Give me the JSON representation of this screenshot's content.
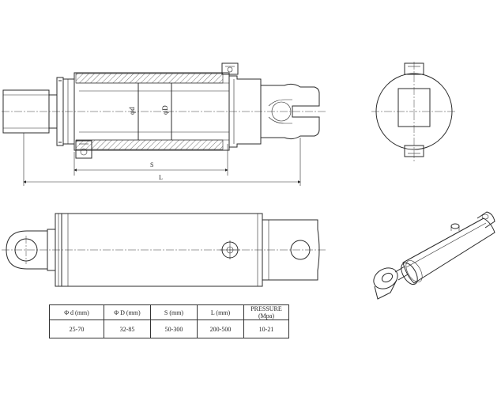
{
  "dimensions": {
    "rod_diameter": "φd",
    "bore_diameter": "φD",
    "stroke": "S",
    "length": "L"
  },
  "spec_table": {
    "headers": [
      "Φ d (mm)",
      "Φ D (mm)",
      "S (mm)",
      "L (mm)",
      "PRESSURE (Mpa)"
    ],
    "values": [
      "25-70",
      "32-85",
      "50-300",
      "200-500",
      "10-21"
    ]
  }
}
